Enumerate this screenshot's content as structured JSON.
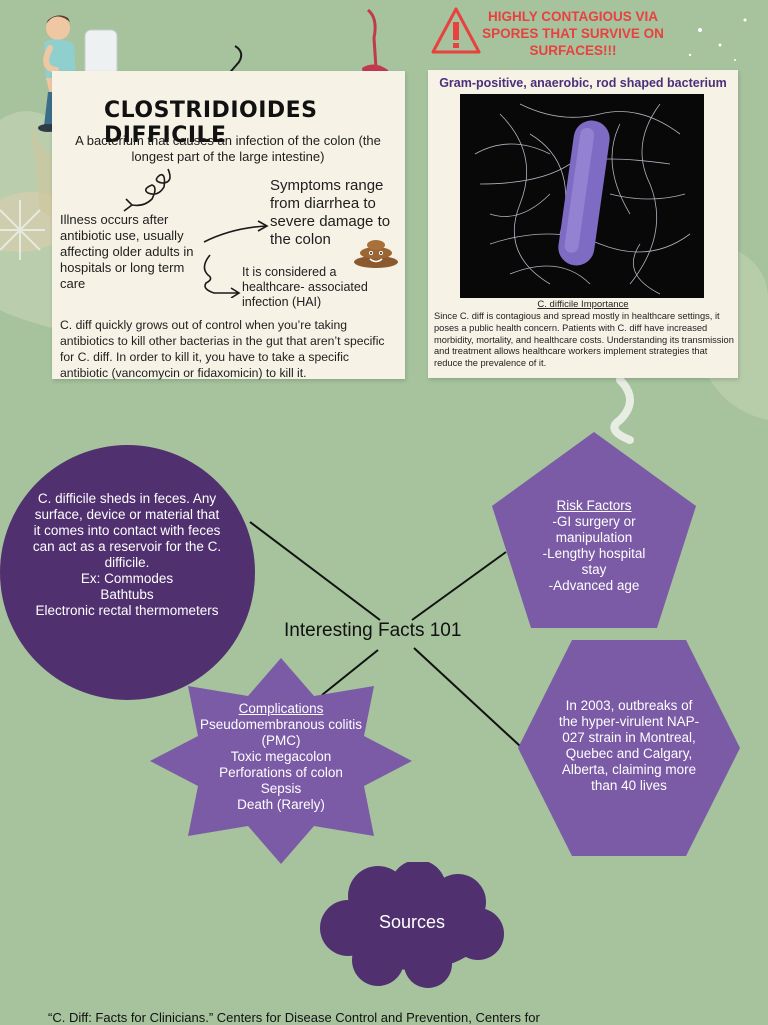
{
  "colors": {
    "background": "#a6c39d",
    "purple": "#7b5aa6",
    "dark_purple": "#50306f",
    "warning_red": "#e8413f"
  },
  "warning": {
    "text": "HIGHLY CONTAGIOUS VIA SPORES THAT SURVIVE ON SURFACES!!!",
    "icon": "warning-triangle-icon"
  },
  "left_card": {
    "title": "CLOSTRIDIOIDES DIFFICILE",
    "intro": "A bacterium that causes an infection of the colon (the longest part of the large intestine)",
    "illness": "Illness occurs after antibiotic use, usually affecting older adults in hospitals or long term care",
    "symptoms": "Symptoms range from diarrhea to severe damage to the colon",
    "hai": "It is considered a healthcare- associated infection (HAI)",
    "growth": "C. diff quickly grows out of control when you’re taking antibiotics to kill other bacterias in the gut that aren’t specific for C. diff. In order to kill it, you have to take a specific antibiotic (vancomycin or fidaxomicin) to kill it."
  },
  "right_card": {
    "heading": "Gram-positive, anaerobic, rod shaped bacterium",
    "importance_title": "C. difficile Importance",
    "importance_text": "Since C. diff is contagious and spread mostly in healthcare settings, it poses a public health concern. Patients with C. diff have increased morbidity, mortality, and healthcare costs. Understanding its transmission and treatment allows healthcare workers implement strategies that reduce the prevalence of it."
  },
  "center_label": "Interesting Facts 101",
  "circle": {
    "lines": [
      "C. difficile sheds in feces. Any",
      "surface, device or material that",
      "it comes into contact with feces",
      "can act as a reservoir for the C.",
      "difficile.",
      "Ex: Commodes",
      "Bathtubs",
      "Electronic rectal thermometers"
    ]
  },
  "pentagon": {
    "title": "Risk Factors",
    "lines": [
      "-GI surgery or",
      "manipulation",
      "-Lengthy hospital",
      "stay",
      "-Advanced age"
    ]
  },
  "star": {
    "title": "Complications",
    "lines": [
      "Pseudomembranous colitis",
      "(PMC)",
      "Toxic megacolon",
      "Perforations of colon",
      "Sepsis",
      "Death (Rarely)"
    ]
  },
  "hexagon": {
    "lines": [
      "In 2003, outbreaks of",
      "the hyper-virulent NAP-",
      "027 strain in Montreal,",
      "Quebec and Calgary,",
      "Alberta, claiming more",
      "than 40 lives"
    ]
  },
  "sources_label": "Sources",
  "citation": "“C. Diff: Facts for Clinicians.” Centers for Disease Control and Prevention, Centers for"
}
